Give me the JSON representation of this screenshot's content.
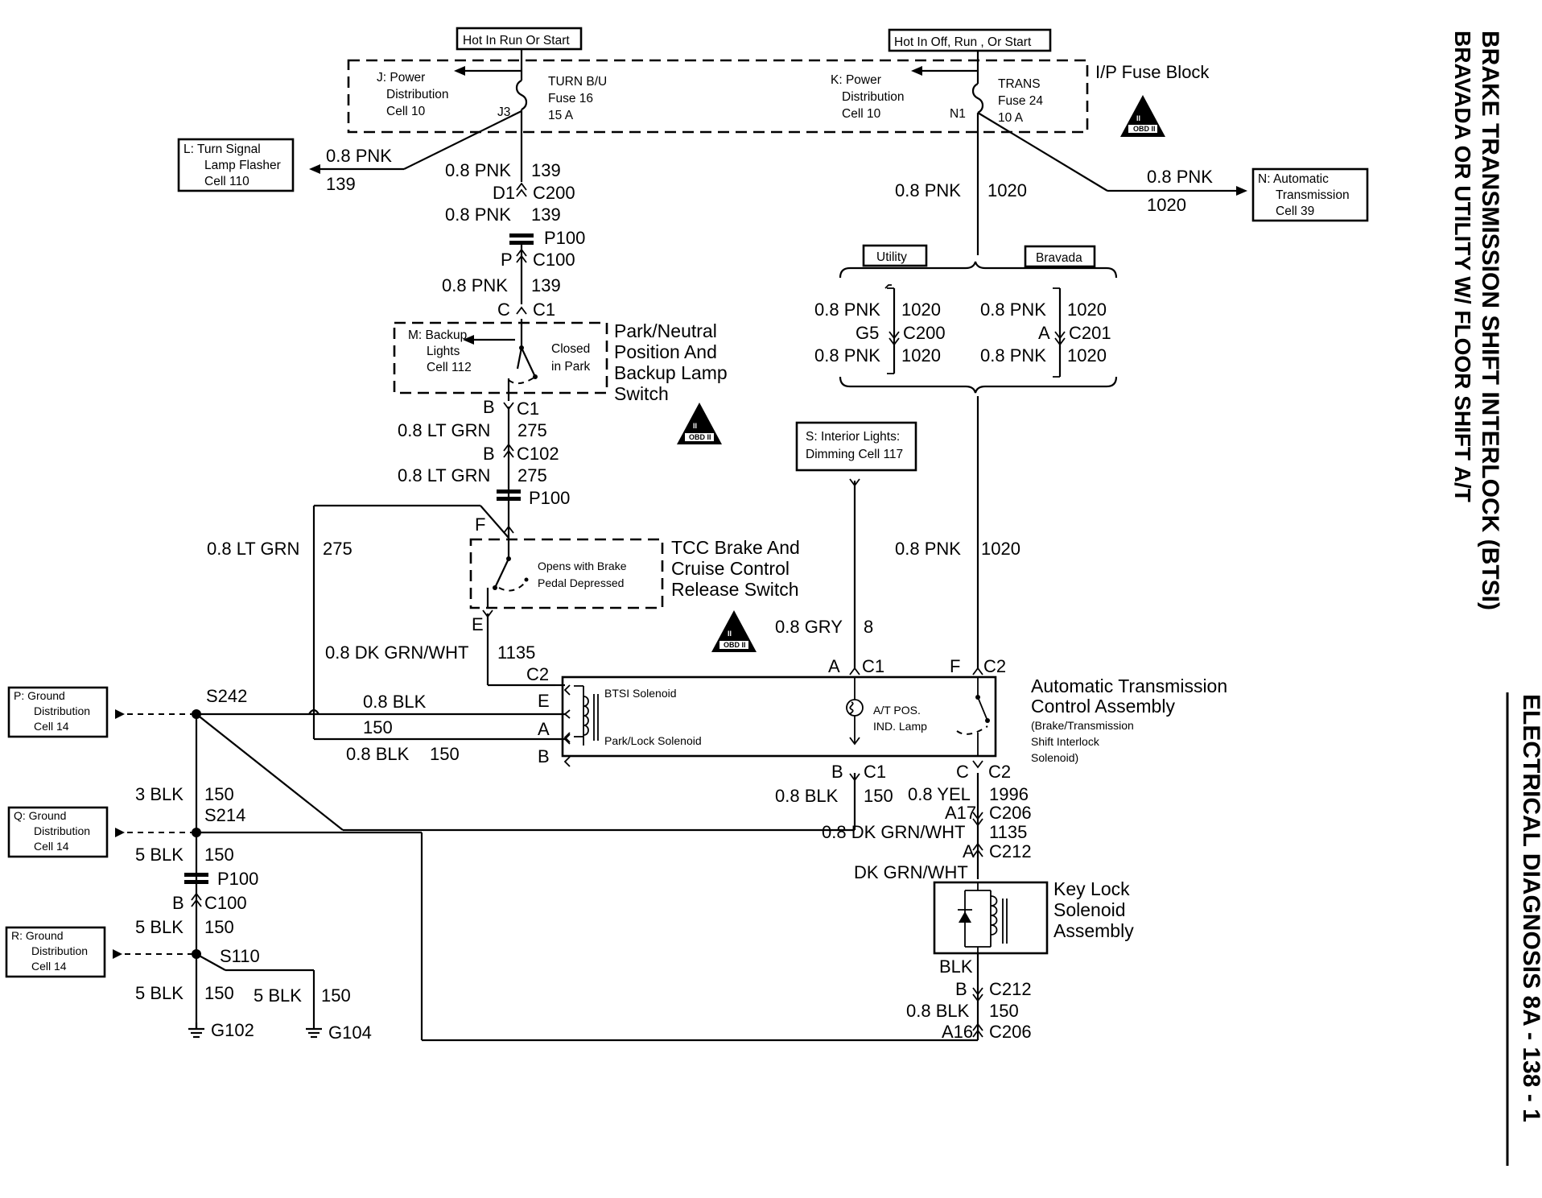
{
  "title_side": {
    "line1": "BRAKE TRANSMISSION SHIFT INTERLOCK (BTSI)",
    "line2": "BRAVADA OR UTILITY W/ FLOOR SHIFT A/T",
    "page_ref": "ELECTRICAL DIAGNOSIS 8A - 138 - 1"
  },
  "power": {
    "hot_run_start": "Hot In Run Or Start",
    "hot_off_run_start": "Hot In Off, Run , Or Start",
    "fuse_block": "I/P Fuse Block",
    "j_power": [
      "J: Power",
      "Distribution",
      "Cell 10"
    ],
    "k_power": [
      "K: Power",
      "Distribution",
      "Cell 10"
    ],
    "fuse16": [
      "TURN B/U",
      "Fuse 16",
      "15 A"
    ],
    "fuse24": [
      "TRANS",
      "Fuse 24",
      "10 A"
    ],
    "j3": "J3",
    "n1": "N1"
  },
  "refs": {
    "l_turn": [
      "L: Turn Signal",
      "Lamp Flasher",
      "Cell 110"
    ],
    "n_auto": [
      "N: Automatic",
      "Transmission",
      "Cell 39"
    ],
    "m_backup": [
      "M: Backup",
      "Lights",
      "Cell 112"
    ],
    "s_interior": [
      "S: Interior Lights:",
      "Dimming Cell 117"
    ],
    "p_ground": [
      "P: Ground",
      "Distribution",
      "Cell 14"
    ],
    "q_ground": [
      "Q: Ground",
      "Distribution",
      "Cell 14"
    ],
    "r_ground": [
      "R: Ground",
      "Distribution",
      "Cell 14"
    ]
  },
  "options": {
    "utility": "Utility",
    "bravada": "Bravada"
  },
  "components": {
    "pnp_switch": [
      "Park/Neutral",
      "Position And",
      "Backup Lamp",
      "Switch"
    ],
    "pnp_note": [
      "Closed",
      "in Park"
    ],
    "tcc_switch": [
      "TCC Brake And",
      "Cruise Control",
      "Release Switch"
    ],
    "tcc_note": [
      "Opens with Brake",
      "Pedal Depressed"
    ],
    "tcm": [
      "Automatic Transmission",
      "Control Assembly"
    ],
    "tcm_note": [
      "(Brake/Transmission",
      "Shift Interlock",
      "Solenoid)"
    ],
    "btsi_solenoid": "BTSI Solenoid",
    "park_lock": "Park/Lock Solenoid",
    "at_pos": [
      "A/T POS.",
      "IND. Lamp"
    ],
    "key_lock": [
      "Key Lock",
      "Solenoid",
      "Assembly"
    ],
    "obd": "OBD II",
    "obd_num": "II"
  },
  "wires": {
    "pnk": "0.8 PNK",
    "c139": "139",
    "c1020": "1020",
    "ltgrn": "0.8 LT GRN",
    "c275": "275",
    "dkgrnwht": "0.8 DK GRN/WHT",
    "dkgrnwht2": "DK GRN/WHT",
    "c1135": "1135",
    "gry": "0.8 GRY",
    "c8": "8",
    "blk": "0.8 BLK",
    "c150": "150",
    "blk3": "3 BLK",
    "blk5": "5 BLK",
    "yel": "0.8 YEL",
    "c1996": "1996",
    "blk_plain": "BLK"
  },
  "connectors": {
    "c200": "C200",
    "c201": "C201",
    "c100": "C100",
    "c102": "C102",
    "c1": "C1",
    "c2": "C2",
    "c206": "C206",
    "c212": "C212",
    "p100": "P100",
    "d1": "D1",
    "p": "P",
    "c": "C",
    "b": "B",
    "f": "F",
    "e": "E",
    "a": "A",
    "g5": "G5",
    "a17": "A17",
    "a16": "A16"
  },
  "splices": {
    "s242": "S242",
    "s214": "S214",
    "s110": "S110",
    "g102": "G102",
    "g104": "G104"
  }
}
